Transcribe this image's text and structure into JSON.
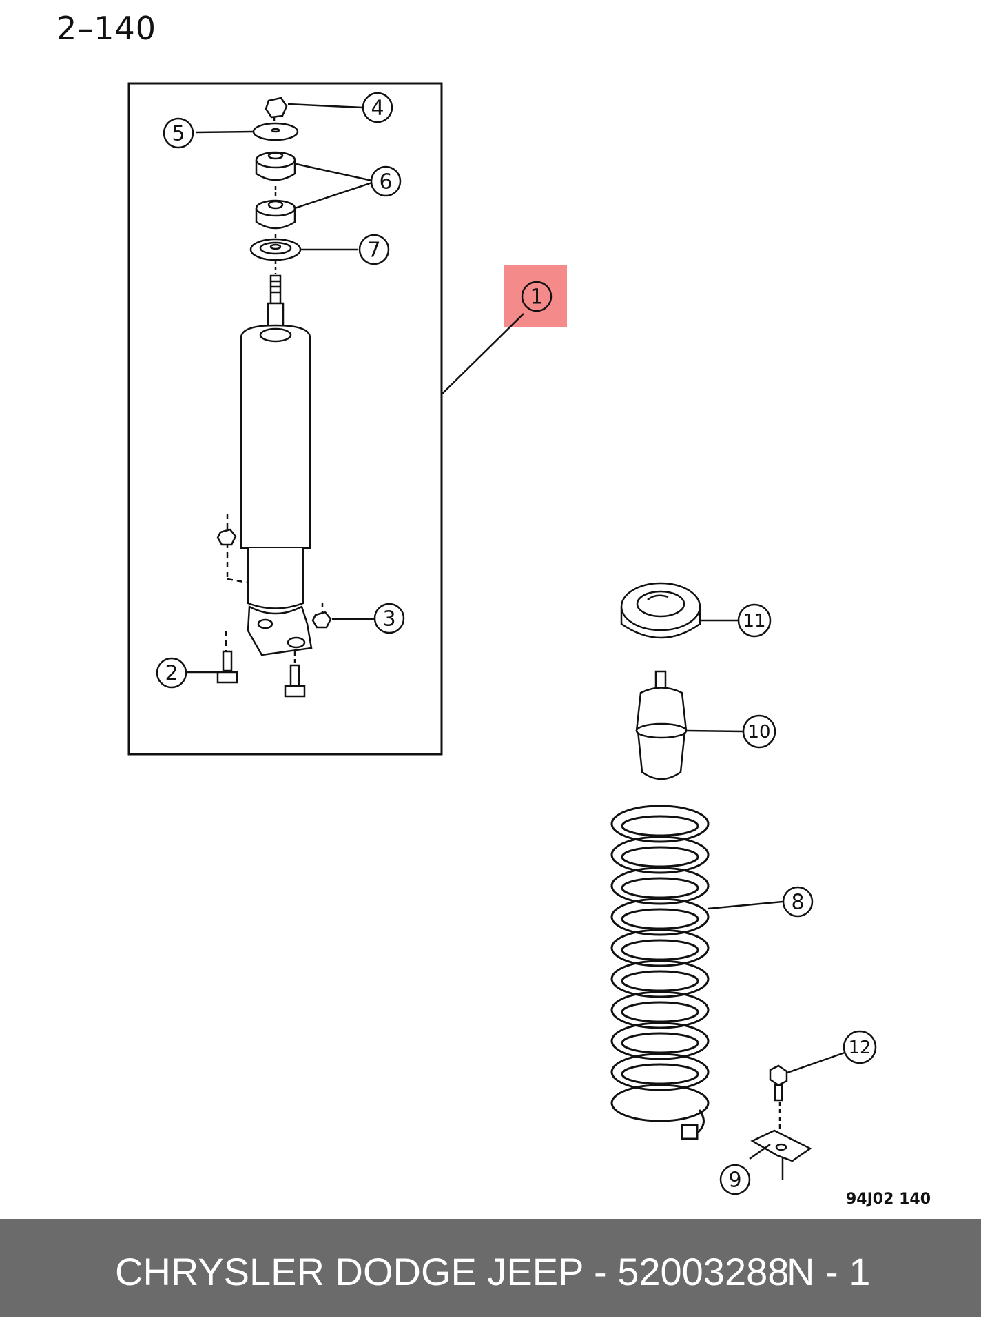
{
  "page": {
    "title": "2–140"
  },
  "diagram": {
    "ref_code": "94J02 140",
    "callouts": [
      {
        "id": "1",
        "label": "1",
        "highlighted": true
      },
      {
        "id": "2",
        "label": "2"
      },
      {
        "id": "3",
        "label": "3"
      },
      {
        "id": "4",
        "label": "4"
      },
      {
        "id": "5",
        "label": "5"
      },
      {
        "id": "6",
        "label": "6"
      },
      {
        "id": "7",
        "label": "7"
      },
      {
        "id": "8",
        "label": "8"
      },
      {
        "id": "9",
        "label": "9"
      },
      {
        "id": "10",
        "label": "10"
      },
      {
        "id": "11",
        "label": "11"
      },
      {
        "id": "12",
        "label": "12"
      }
    ],
    "colors": {
      "highlight": "#f48a8a",
      "ink": "#111111"
    }
  },
  "footer": {
    "text": "CHRYSLER DODGE JEEP - 52003288",
    "code": "N - 1",
    "background": "#6b6b6b"
  }
}
